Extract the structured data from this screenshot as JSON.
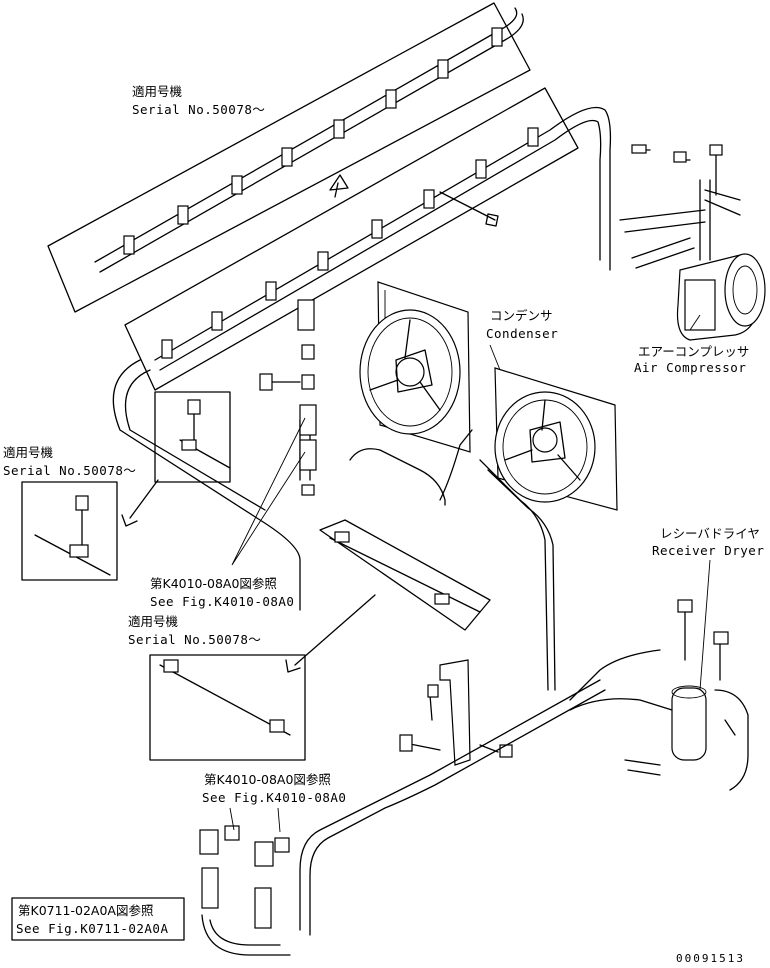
{
  "labels": {
    "serial_top_jp": "適用号機",
    "serial_top_en": "Serial No.50078～",
    "serial_left_jp": "適用号機",
    "serial_left_en": "Serial No.50078～",
    "serial_mid_jp": "適用号機",
    "serial_mid_en": "Serial No.50078～",
    "condenser_jp": "コンデンサ",
    "condenser_en": "Condenser",
    "compressor_jp": "エアーコンプレッサ",
    "compressor_en": "Air Compressor",
    "dryer_jp": "レシーバドライヤ",
    "dryer_en": "Receiver Dryer",
    "ref1_jp": "第K4010-08A0図参照",
    "ref1_en": "See Fig.K4010-08A0",
    "ref2_jp": "第K4010-08A0図参照",
    "ref2_en": "See Fig.K4010-08A0",
    "ref3_jp": "第K0711-02A0A図参照",
    "ref3_en": "See Fig.K0711-02A0A",
    "drawing_number": "00091513"
  }
}
